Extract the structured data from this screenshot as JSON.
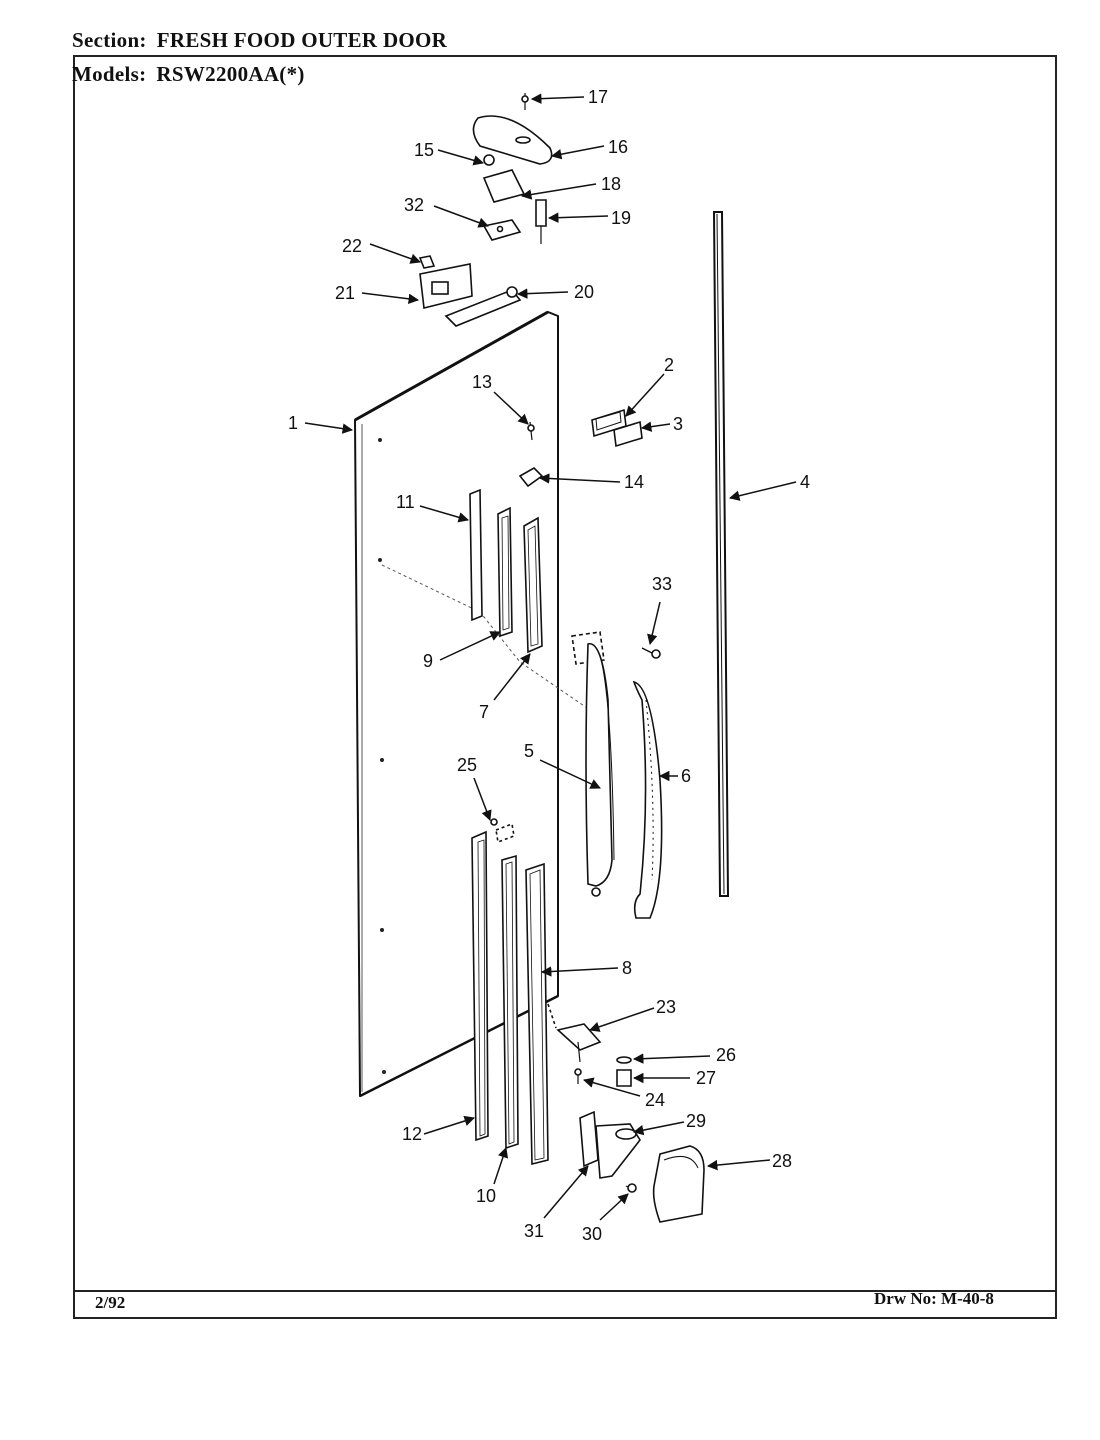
{
  "header": {
    "section_label": "Section:",
    "section_value": "FRESH FOOD OUTER DOOR",
    "models_label": "Models:",
    "models_value": "RSW2200AA(*)"
  },
  "footer": {
    "date": "2/92",
    "drawing_number": "Drw No: M-40-8"
  },
  "callouts": [
    "1",
    "2",
    "3",
    "4",
    "5",
    "6",
    "7",
    "8",
    "9",
    "10",
    "11",
    "12",
    "13",
    "14",
    "15",
    "16",
    "17",
    "18",
    "19",
    "20",
    "21",
    "22",
    "23",
    "24",
    "25",
    "26",
    "27",
    "28",
    "29",
    "30",
    "31",
    "32",
    "33"
  ]
}
